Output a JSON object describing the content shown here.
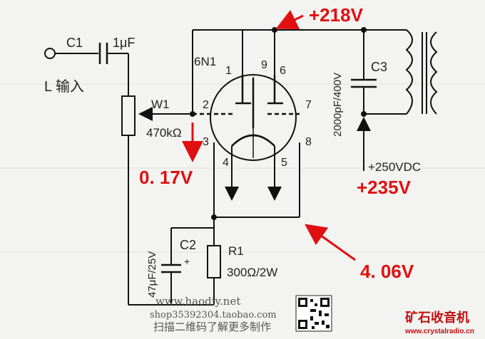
{
  "schematic": {
    "input_label": "L 输入",
    "c1_label": "C1",
    "c1_value": "1μF",
    "tube_label": "6N1",
    "w1_label": "W1",
    "w1_value": "470kΩ",
    "pin1": "1",
    "pin9": "9",
    "pin6": "6",
    "pin2": "2",
    "pin7": "7",
    "pin3": "3",
    "pin8": "8",
    "pin4": "4",
    "pin5": "5",
    "c3_label": "C3",
    "c3_value": "2000pF/400V",
    "c2_label": "C2",
    "c2_value": "47μF/25V",
    "c2_plus": "+",
    "r1_label": "R1",
    "r1_value": "300Ω/2W",
    "supply_label": "+250VDC"
  },
  "measurements": {
    "plate_voltage": "+218V",
    "grid_voltage": "0. 17V",
    "supply_measured": "+235V",
    "cathode_voltage": "4. 06V",
    "color": "#e01010"
  },
  "watermark": {
    "site": "www.haodiy.net",
    "shop": "shop35392304.taobao.com",
    "scan_text": "扫描二维码了解更多制作",
    "brand": "矿石收音机",
    "brand_url": "www.crystalradio.cn"
  }
}
